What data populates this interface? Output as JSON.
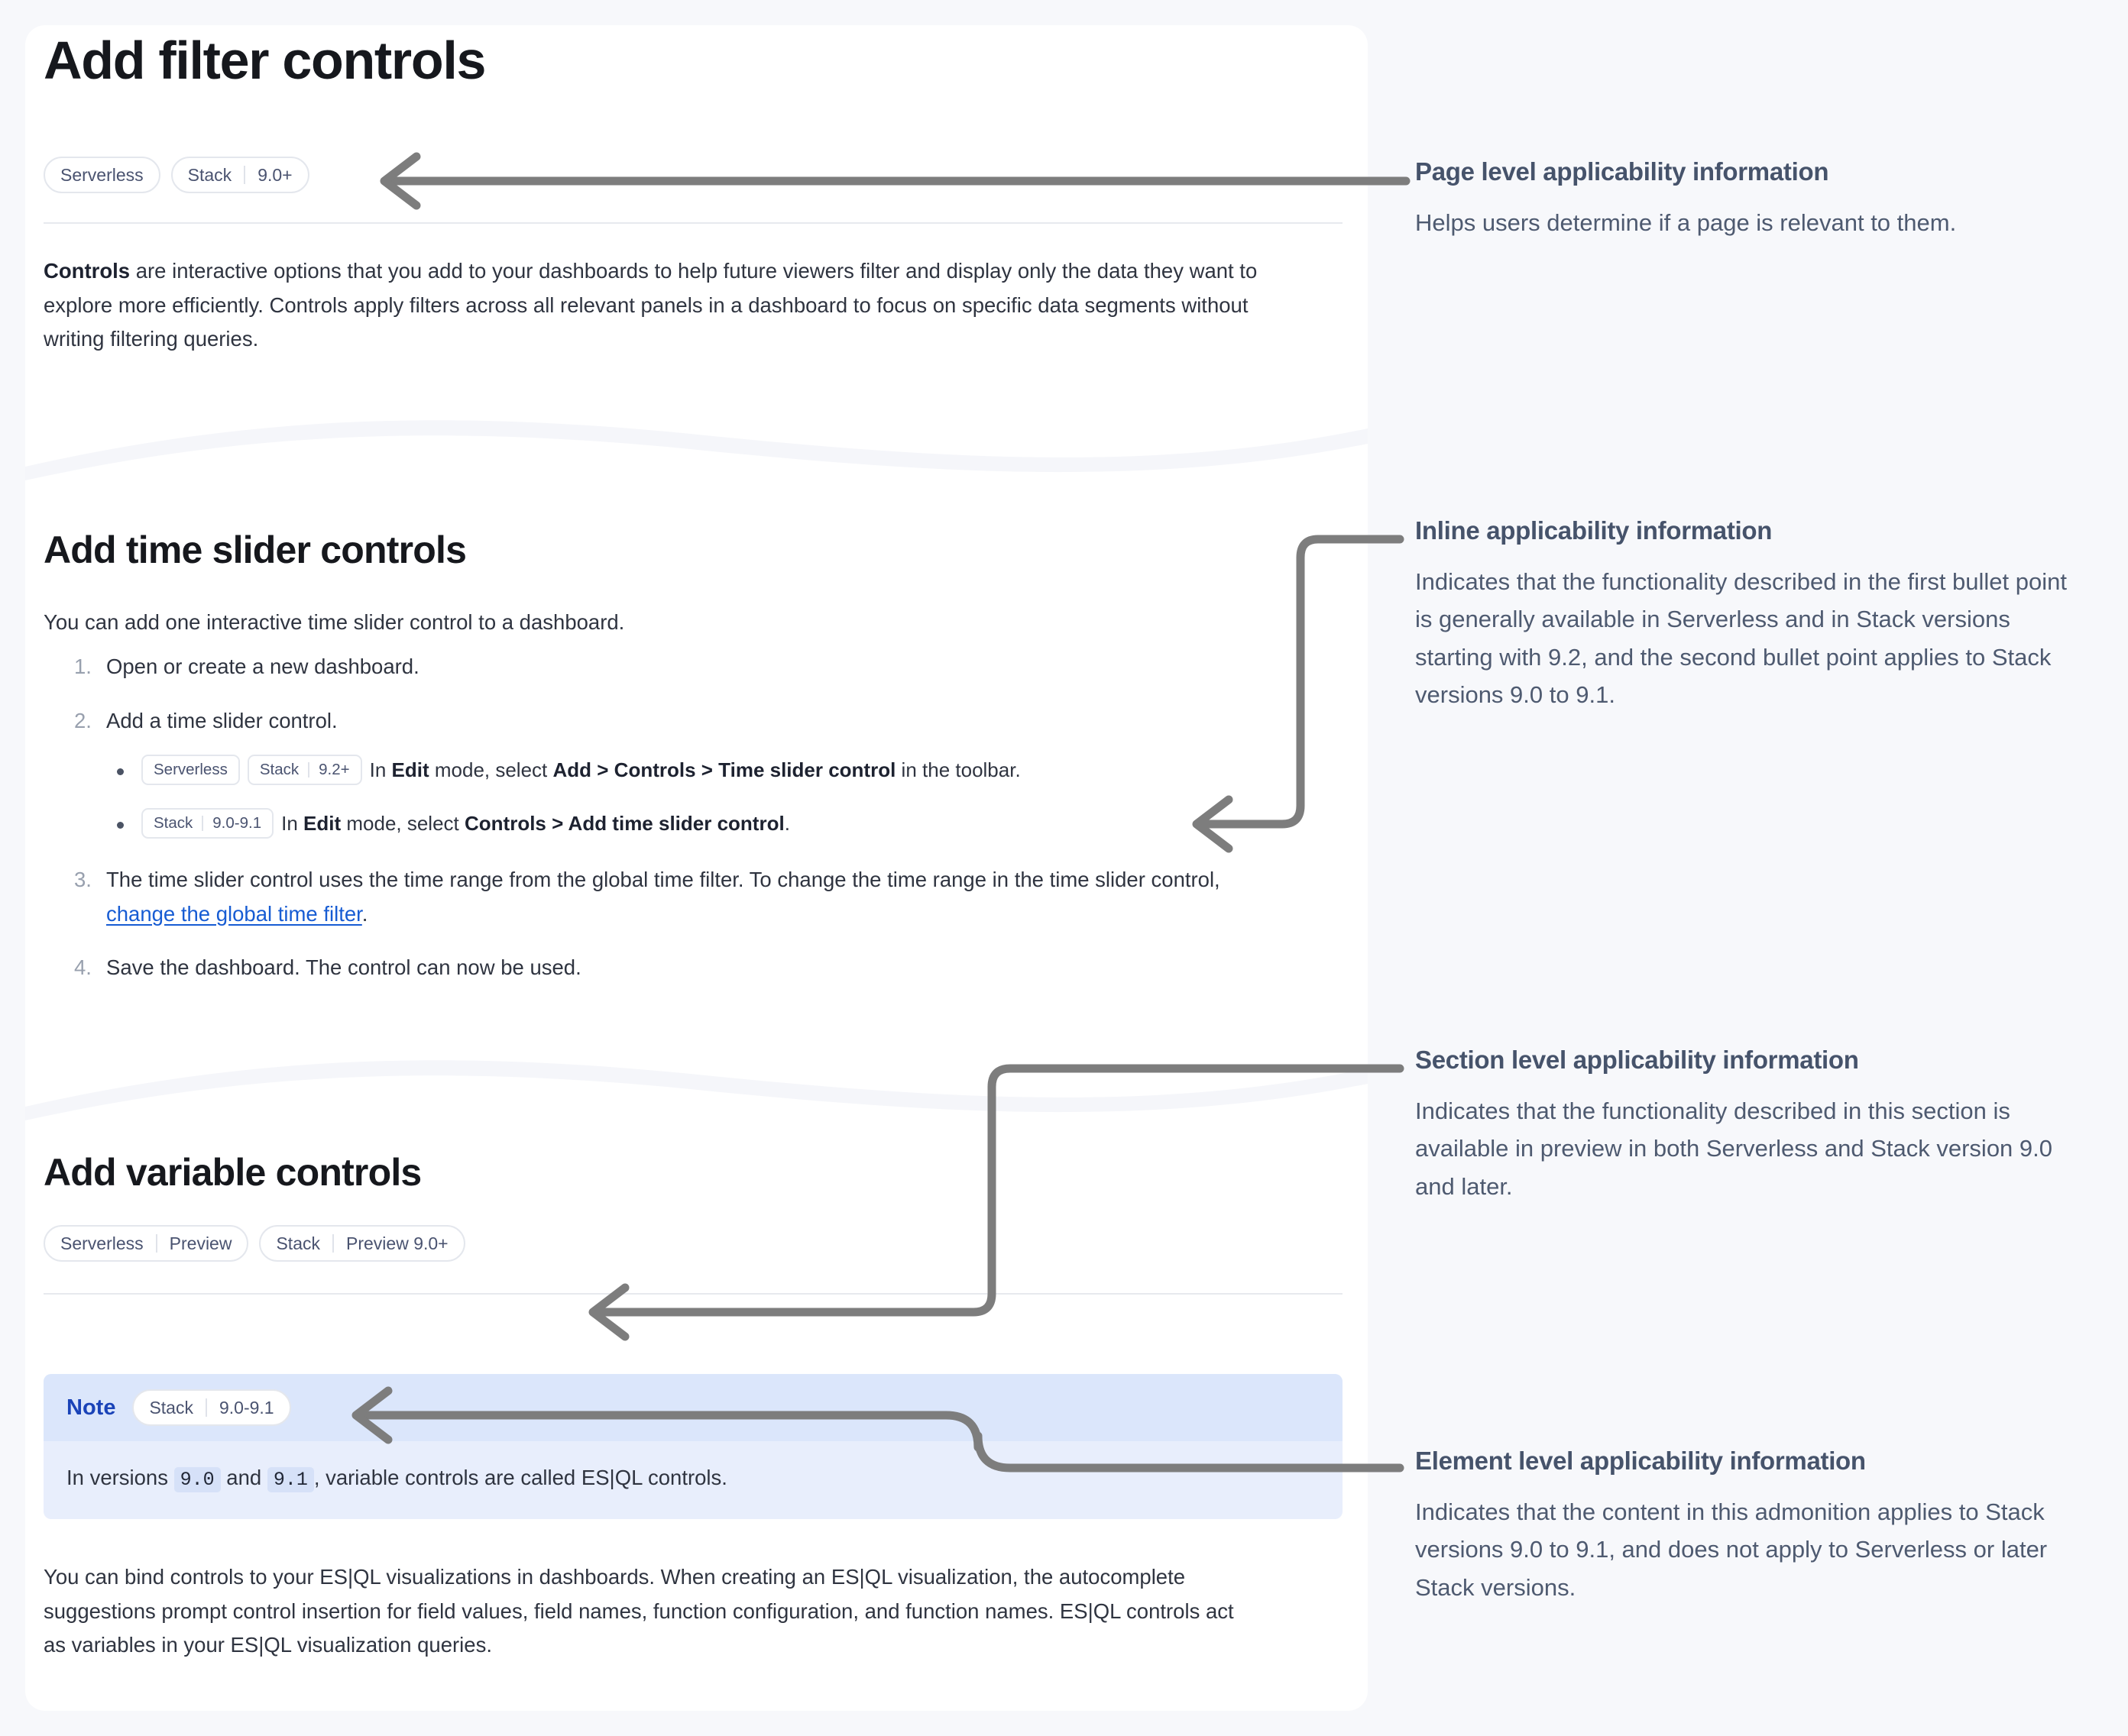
{
  "theme": {
    "page_bg": "#f7f8fb",
    "card_bg": "#ffffff",
    "badge_text": "#4a5370",
    "badge_border": "#e4e7ed",
    "link": "#175cd3",
    "note_bg": "#e8eefc",
    "note_head_bg": "#dbe6fb",
    "note_label": "#1a43b8",
    "annotation_title": "#46536b",
    "annotation_text": "#4e5a70",
    "connector": "#7a7a7a"
  },
  "document": {
    "page_title": "Add filter controls",
    "page_badges": [
      {
        "segments": [
          "Serverless"
        ]
      },
      {
        "segments": [
          "Stack",
          "9.0+"
        ]
      }
    ],
    "intro": {
      "lead": "Controls",
      "rest": " are interactive options that you add to your dashboards to help future viewers filter and display only the data they want to explore more efficiently. Controls apply filters across all relevant panels in a dashboard to focus on specific data segments without writing filtering queries."
    },
    "time_slider_section": {
      "heading": "Add time slider controls",
      "intro": "You can add one interactive time slider control to a dashboard.",
      "steps": [
        {
          "text": "Open or create a new dashboard."
        },
        {
          "text": "Add a time slider control.",
          "bullets": [
            {
              "badges": [
                {
                  "segments": [
                    "Serverless"
                  ]
                },
                {
                  "segments": [
                    "Stack",
                    "9.2+"
                  ]
                }
              ],
              "parts": [
                {
                  "t": "In ",
                  "b": false
                },
                {
                  "t": "Edit",
                  "b": true
                },
                {
                  "t": " mode, select ",
                  "b": false
                },
                {
                  "t": "Add > Controls > Time slider control",
                  "b": true
                },
                {
                  "t": " in the toolbar.",
                  "b": false
                }
              ]
            },
            {
              "badges": [
                {
                  "segments": [
                    "Stack",
                    "9.0-9.1"
                  ]
                }
              ],
              "parts": [
                {
                  "t": "In ",
                  "b": false
                },
                {
                  "t": "Edit",
                  "b": true
                },
                {
                  "t": " mode, select ",
                  "b": false
                },
                {
                  "t": "Controls > Add time slider control",
                  "b": true
                },
                {
                  "t": ".",
                  "b": false
                }
              ]
            }
          ]
        },
        {
          "parts": [
            {
              "t": "The time slider control uses the time range from the global time filter. To change the time range in the time slider control, ",
              "b": false
            },
            {
              "t": "change the global time filter",
              "link": true
            },
            {
              "t": ".",
              "b": false
            }
          ]
        },
        {
          "text": "Save the dashboard. The control can now be used."
        }
      ]
    },
    "variable_section": {
      "heading": "Add variable controls",
      "badges": [
        {
          "segments": [
            "Serverless",
            "Preview"
          ]
        },
        {
          "segments": [
            "Stack",
            "Preview 9.0+"
          ]
        }
      ],
      "note": {
        "label": "Note",
        "badges": [
          {
            "segments": [
              "Stack",
              "9.0-9.1"
            ]
          }
        ],
        "body_parts": [
          {
            "t": "In versions ",
            "code": false
          },
          {
            "t": "9.0",
            "code": true
          },
          {
            "t": " and ",
            "code": false
          },
          {
            "t": "9.1",
            "code": true
          },
          {
            "t": ", variable controls are called ES|QL controls.",
            "code": false
          }
        ]
      },
      "paragraph": "You can bind controls to your ES|QL visualizations in dashboards. When creating an ES|QL visualization, the autocomplete suggestions prompt control insertion for field values, field names, function configuration, and function names. ES|QL controls act as variables in your ES|QL visualization queries."
    }
  },
  "annotations": [
    {
      "id": "page-level",
      "title": "Page level applicability information",
      "text": "Helps users determine if a page is relevant to them."
    },
    {
      "id": "inline",
      "title": "Inline applicability information",
      "text": "Indicates that the functionality described in the first bullet point is generally available in Serverless and in Stack versions starting with 9.2, and the second bullet point applies to Stack versions 9.0 to 9.1."
    },
    {
      "id": "section-level",
      "title": "Section level applicability information",
      "text": "Indicates that the functionality described in this section is available in preview in both Serverless and Stack version 9.0 and later."
    },
    {
      "id": "element-level",
      "title": "Element level applicability information",
      "text": "Indicates that the content in this admonition applies to Stack versions 9.0 to 9.1, and does not apply to Serverless or later Stack versions."
    }
  ]
}
